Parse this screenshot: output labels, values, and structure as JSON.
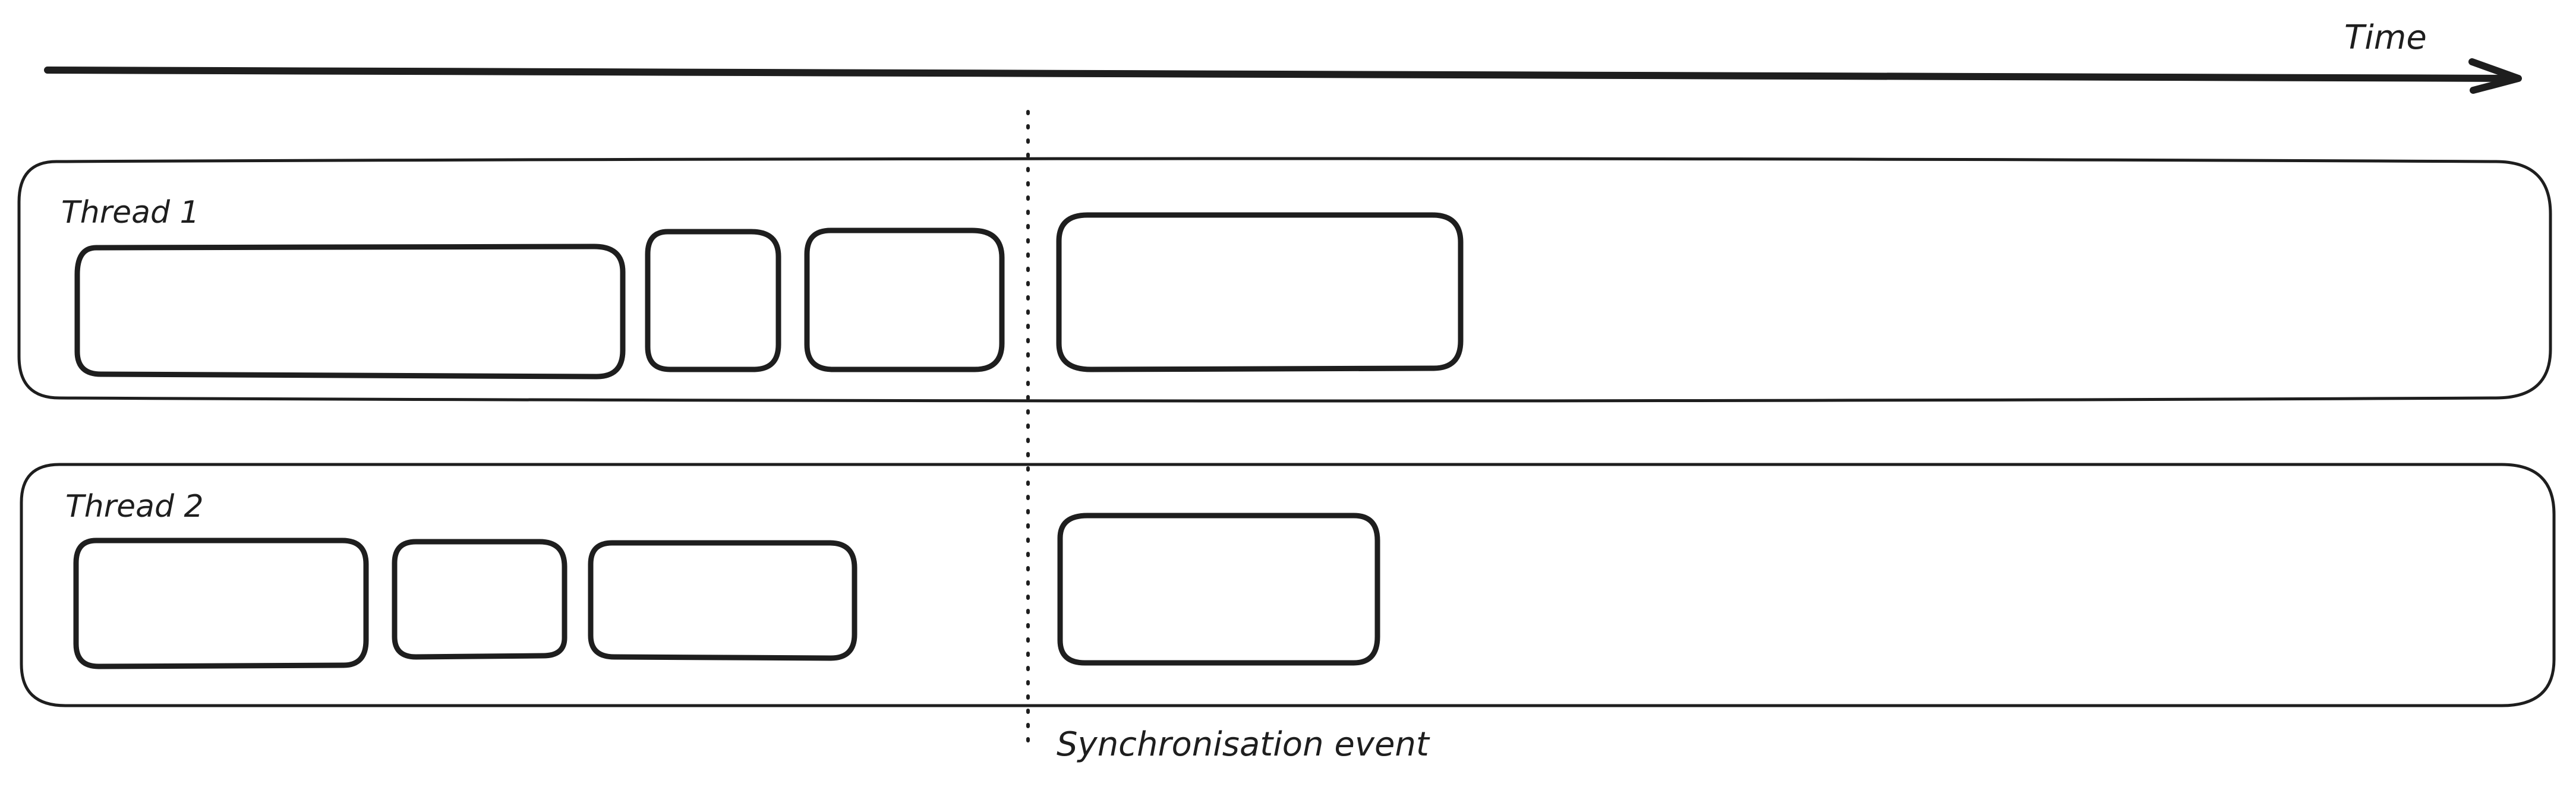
{
  "axis": {
    "label": "Time"
  },
  "threads": [
    {
      "label": "Thread 1",
      "tasks_before_sync": 3,
      "tasks_after_sync": 1
    },
    {
      "label": "Thread 2",
      "tasks_before_sync": 3,
      "tasks_after_sync": 1
    }
  ],
  "sync_event": {
    "label": "Synchronisation event"
  },
  "colors": {
    "ink": "#1e1e1e",
    "background": "#ffffff"
  }
}
